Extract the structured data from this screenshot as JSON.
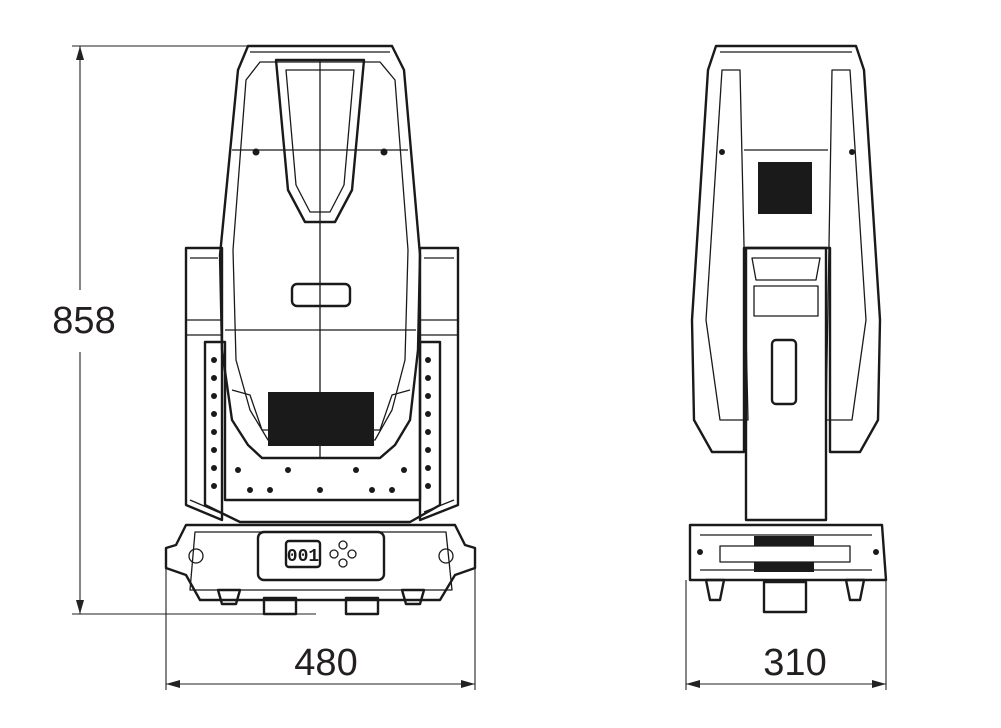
{
  "dimensions": {
    "height_label": "858",
    "front_width_label": "480",
    "side_width_label": "310"
  },
  "display": {
    "text": "001"
  },
  "colors": {
    "line": "#1a1a1a",
    "dimension_text": "#231f20",
    "background": "#ffffff"
  }
}
